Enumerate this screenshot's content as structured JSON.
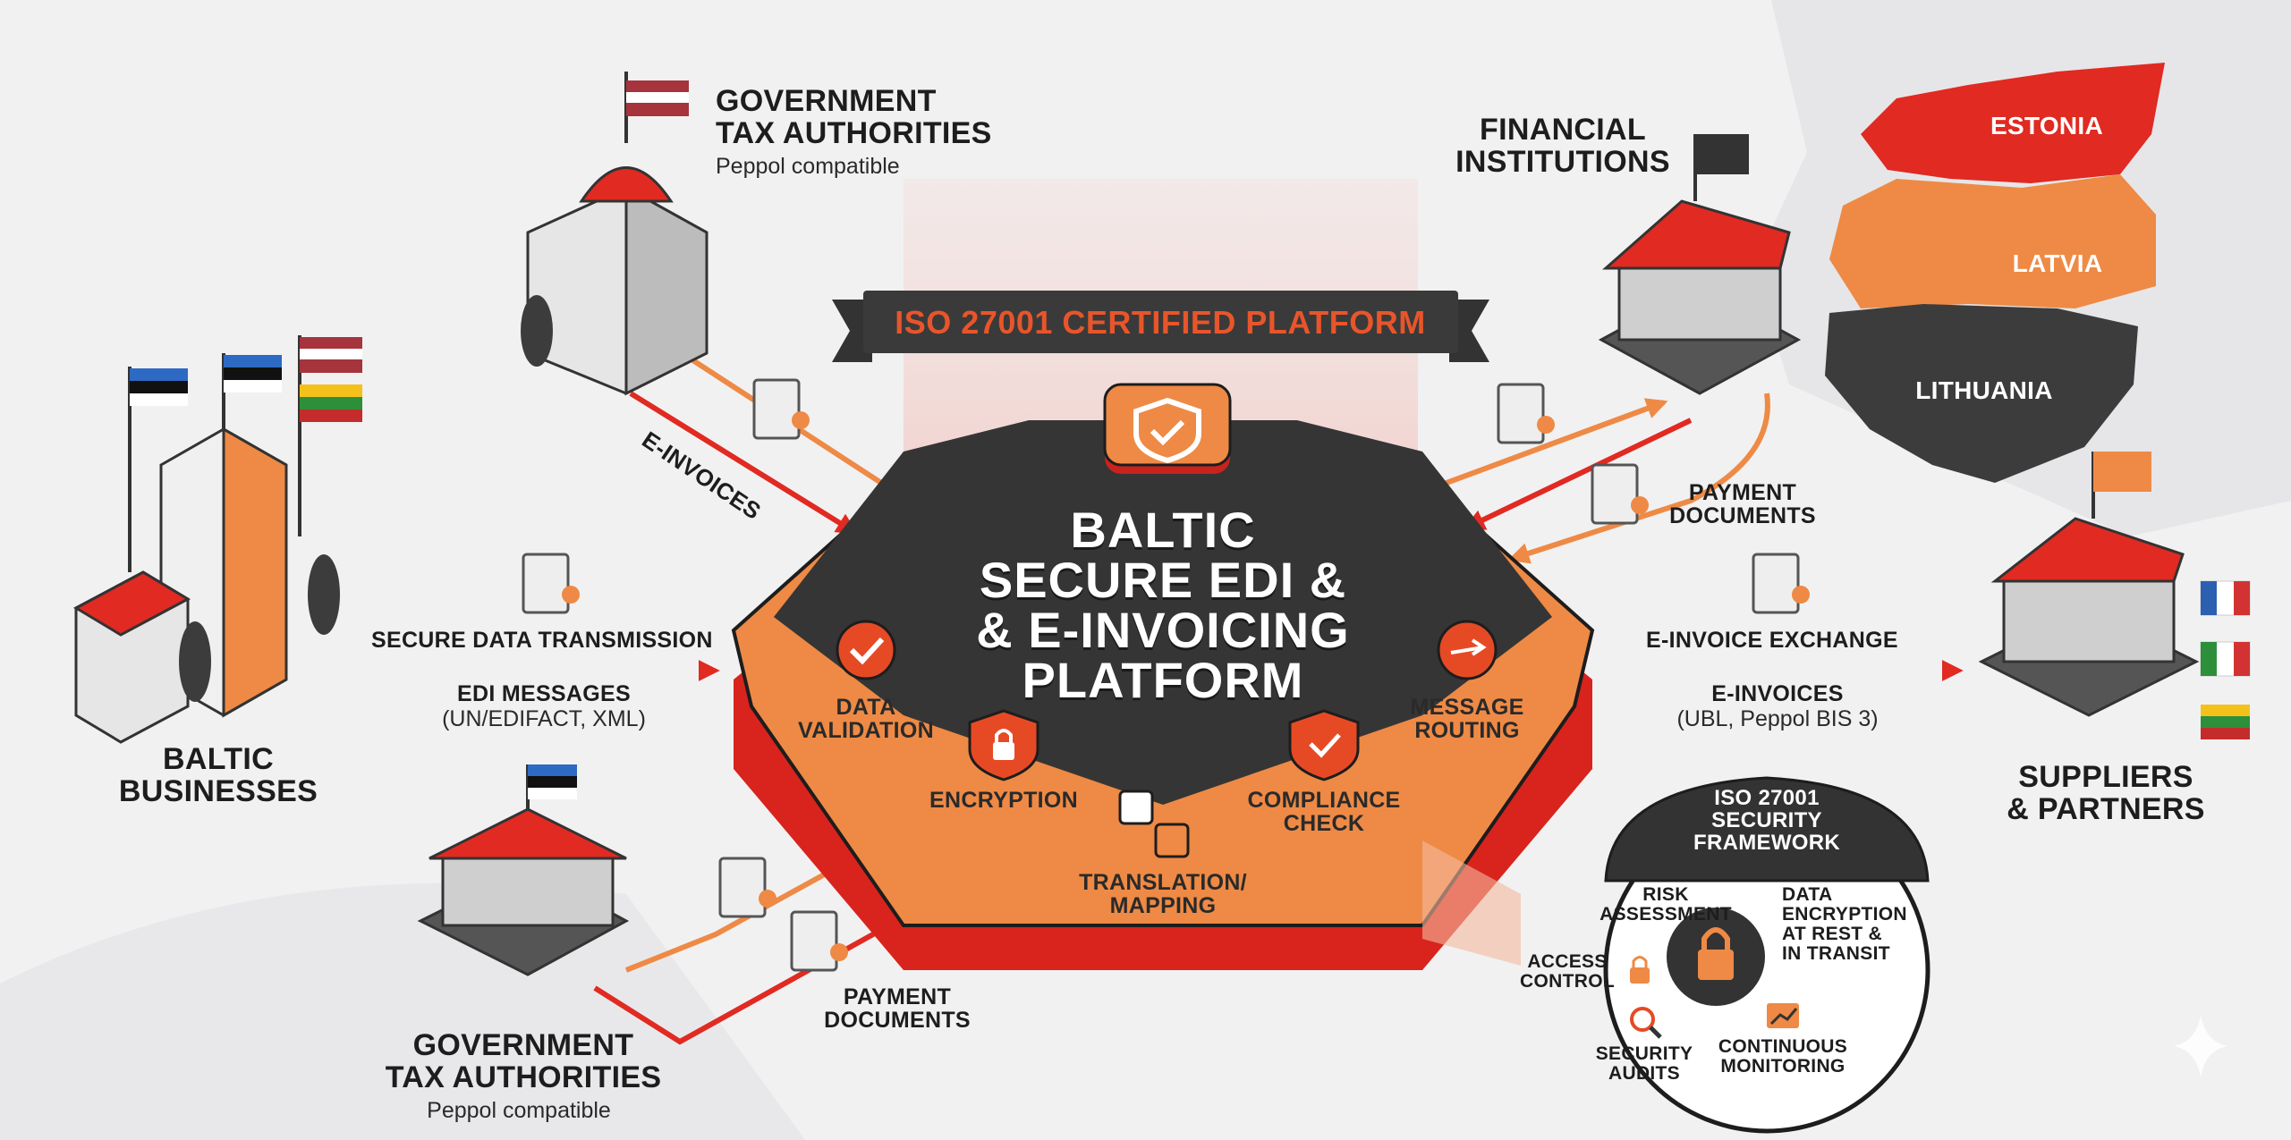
{
  "title": {
    "line1": "BALTIC",
    "line2": "SECURE EDI &",
    "line3": "& E-INVOICING",
    "line4": "PLATFORM"
  },
  "banner": "ISO 27001 CERTIFIED PLATFORM",
  "platform_features": {
    "data_validation": "DATA\nVALIDATION",
    "encryption": "ENCRYPTION",
    "translation": "TRANSLATION/\nMAPPING",
    "compliance": "COMPLIANCE\nCHECK",
    "routing": "MESSAGE\nROUTING"
  },
  "entities": {
    "gov_top": {
      "line1": "GOVERNMENT",
      "line2": "TAX AUTHORITIES",
      "sub": "Peppol compatible"
    },
    "gov_bottom": {
      "line1": "GOVERNMENT",
      "line2": "TAX AUTHORITIES",
      "sub": "Peppol compatible"
    },
    "financial": {
      "line1": "FINANCIAL",
      "line2": "INSTITUTIONS"
    },
    "baltic_businesses": {
      "line1": "BALTIC",
      "line2": "BUSINESSES"
    },
    "suppliers": {
      "line1": "SUPPLIERS",
      "line2": "& PARTNERS"
    }
  },
  "flows": {
    "e_invoices_diag": "E-INVOICES",
    "secure_transmission": "SECURE DATA TRANSMISSION",
    "edi_messages": "EDI MESSAGES",
    "edi_formats": "(UN/EDIFACT, XML)",
    "payment_docs_right": "PAYMENT\nDOCUMENTS",
    "e_invoice_exchange": "E-INVOICE EXCHANGE",
    "e_invoices_right": "E-INVOICES",
    "e_invoice_formats": "(UBL, Peppol BIS 3)",
    "payment_docs_bottom": "PAYMENT\nDOCUMENTS"
  },
  "map": {
    "estonia": "ESTONIA",
    "latvia": "LATVIA",
    "lithuania": "LITHUANIA"
  },
  "framework": {
    "title": "ISO 27001\nSECURITY\nFRAMEWORK",
    "risk": "RISK\nASSESSMENT",
    "data_enc": "DATA\nENCRYPTION\nAT REST &\nIN TRANSIT",
    "access": "ACCESS\nCONTROL",
    "audits": "SECURITY\nAUDITS",
    "monitoring": "CONTINUOUS\nMONITORING"
  },
  "colors": {
    "orange": "#ee8a45",
    "red": "#e02a22",
    "dark": "#333333",
    "background": "#f1f1f2"
  }
}
